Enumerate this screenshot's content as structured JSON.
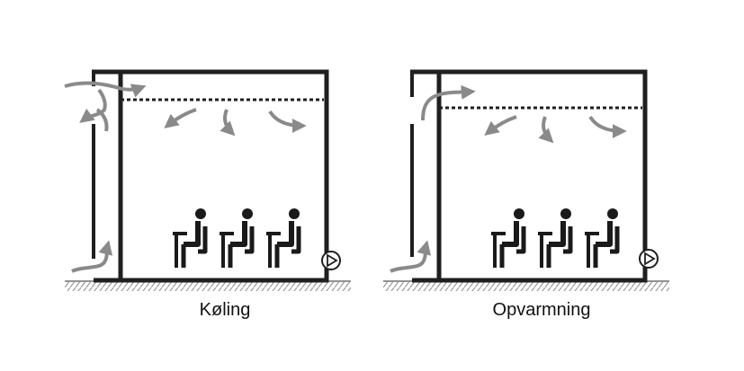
{
  "panels": [
    {
      "id": "cooling",
      "caption": "Køling"
    },
    {
      "id": "heating",
      "caption": "Opvarmning"
    }
  ],
  "colors": {
    "wall": "#1f1f1f",
    "arrow": "#8a8a8a",
    "ground": "#9a9a9a",
    "figure": "#1a1a1a"
  }
}
